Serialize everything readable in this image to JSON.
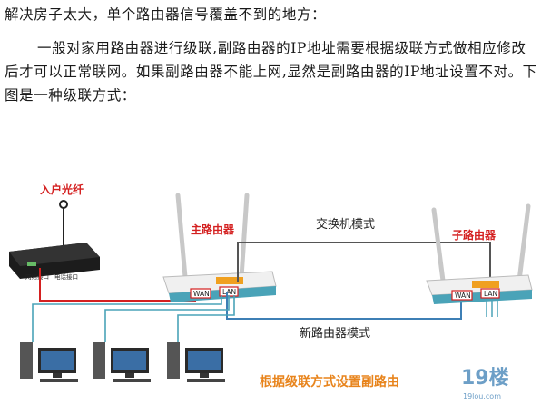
{
  "text": {
    "line1": "解决房子太大，单个路由器信号覆盖不到的地方：",
    "paragraph": "一般对家用路由器进行级联,副路由器的IP地址需要根据级联方式做相应修改后才可以正常联网。如果副路由器不能上网,显然是副路由器的IP地址设置不对。下图是一种级联方式："
  },
  "diagram": {
    "label_fiber": "入户光纤",
    "label_main_router": "主路由器",
    "label_switch_mode": "交换机模式",
    "label_sub_router": "子路由器",
    "label_new_router_mode": "新路由器模式",
    "label_caption": "根据级联方式设置副路由",
    "port_wan": "WAN",
    "port_lan": "LAN",
    "modem_port1": "网络接口",
    "modem_port2": "电话接口",
    "watermark": "19楼",
    "watermark_sub": "19lou.com",
    "colors": {
      "red": "#d42020",
      "orange": "#e8841c",
      "blue_line": "#3d7fb5",
      "teal": "#4aa3b8"
    }
  }
}
